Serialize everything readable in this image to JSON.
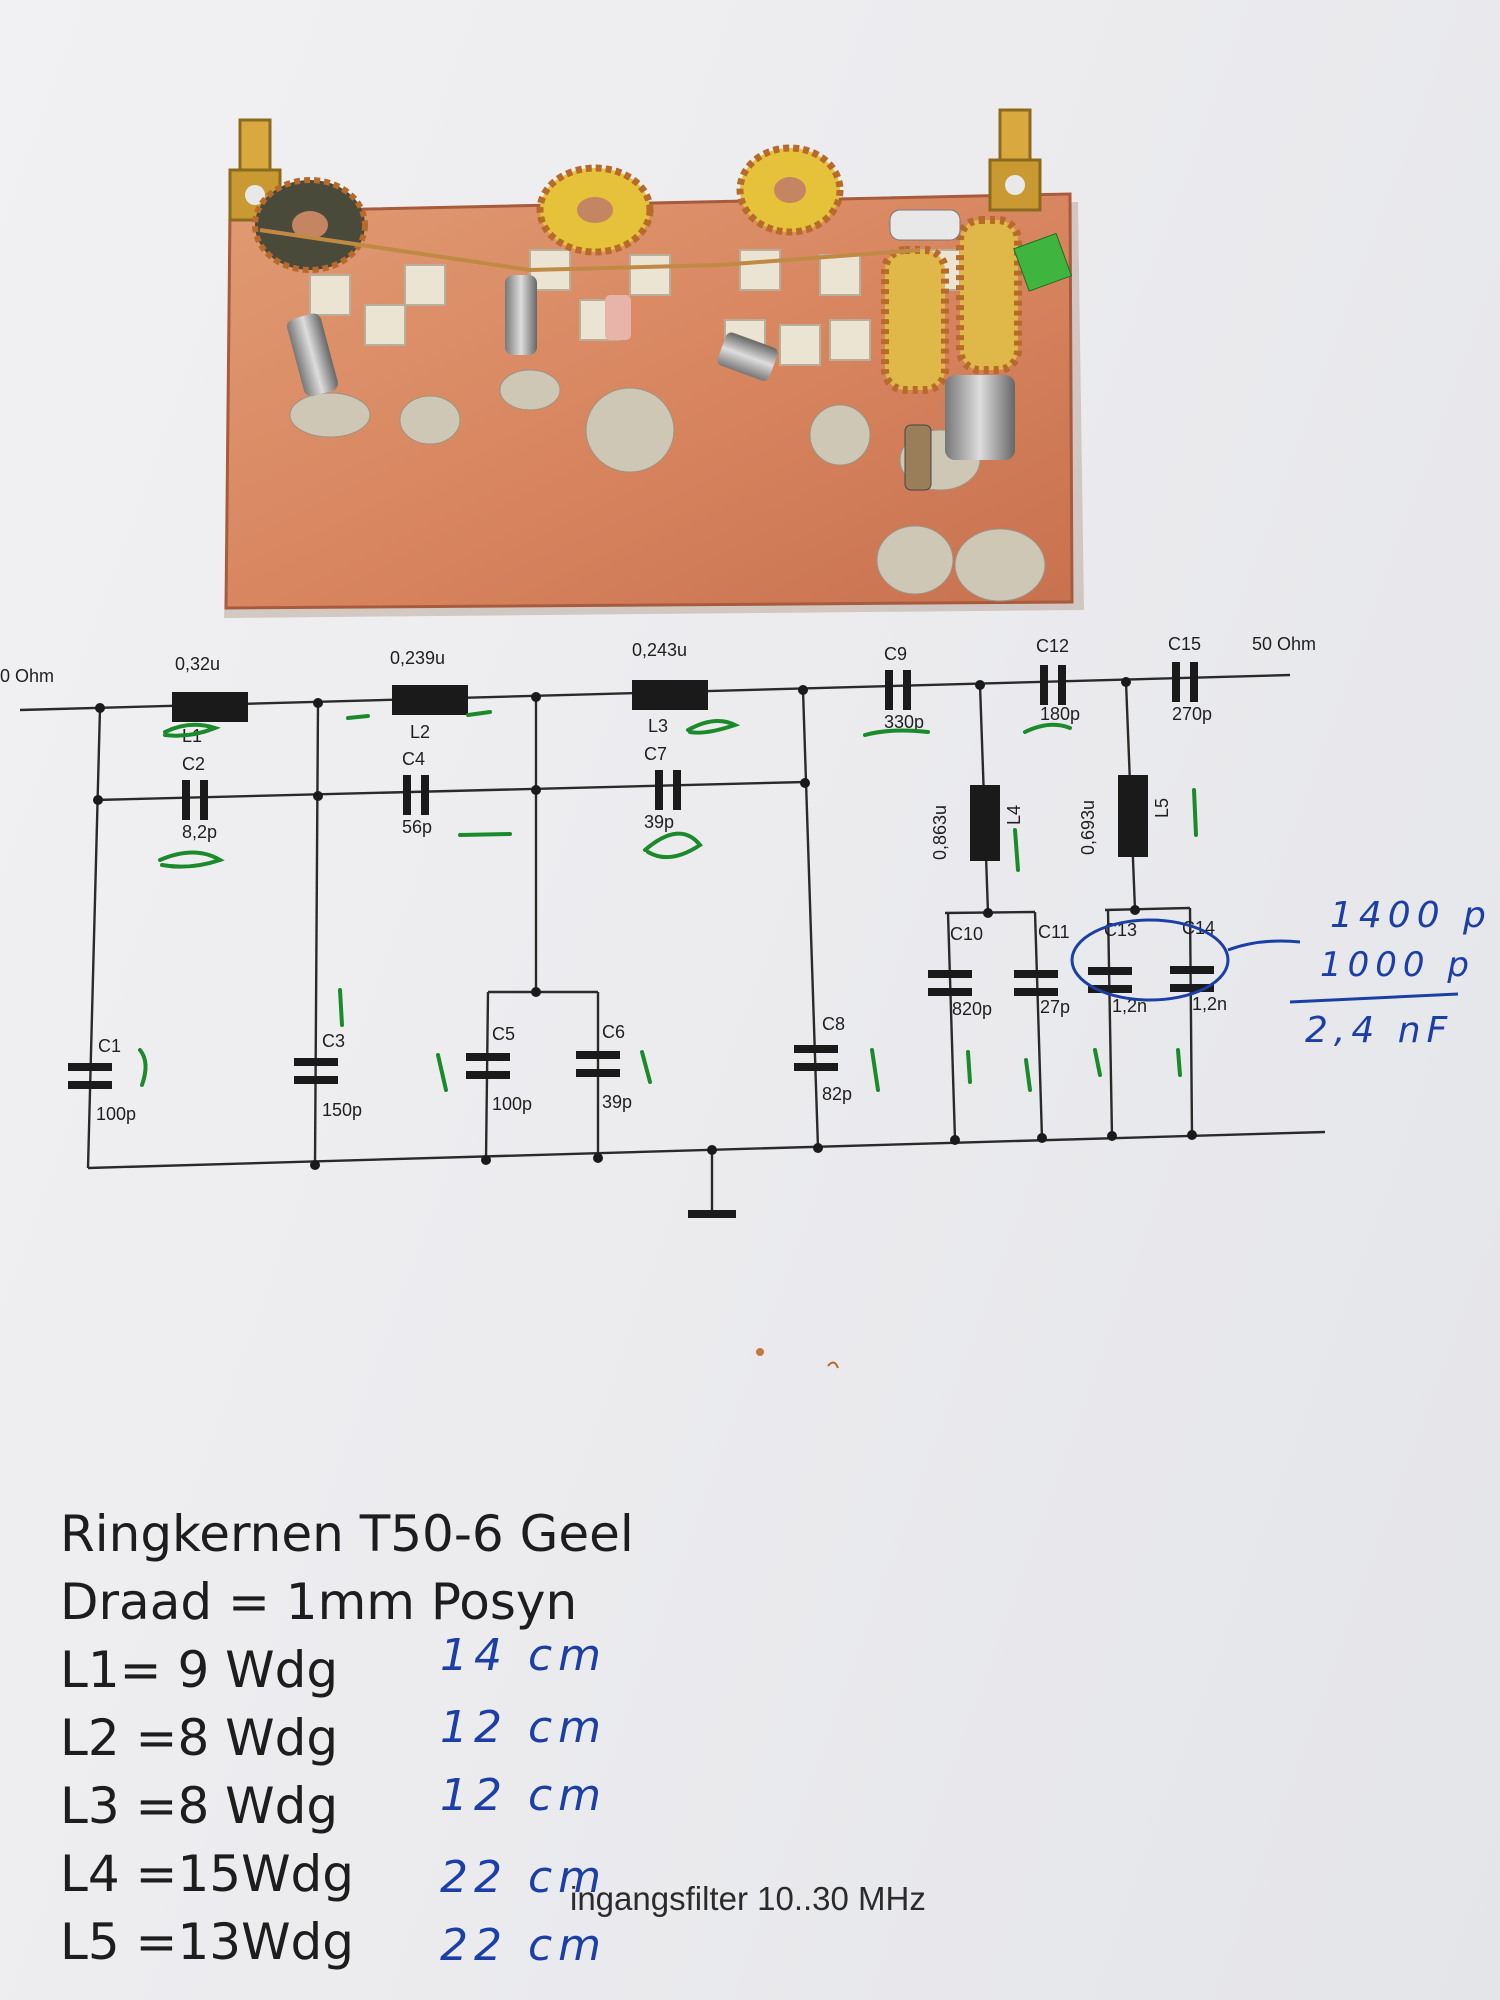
{
  "schematic": {
    "caption": "ingangsfilter 10..30 MHz",
    "ports": {
      "in": "0 Ohm",
      "out": "50 Ohm"
    },
    "inductors": [
      {
        "ref": "L1",
        "value": "0,32u"
      },
      {
        "ref": "L2",
        "value": "0,239u"
      },
      {
        "ref": "L3",
        "value": "0,243u"
      },
      {
        "ref": "L4",
        "value": "0,863u"
      },
      {
        "ref": "L5",
        "value": "0,693u"
      }
    ],
    "capacitors": [
      {
        "ref": "C1",
        "value": "100p"
      },
      {
        "ref": "C2",
        "value": "8,2p"
      },
      {
        "ref": "C3",
        "value": "150p"
      },
      {
        "ref": "C4",
        "value": "56p"
      },
      {
        "ref": "C5",
        "value": "100p"
      },
      {
        "ref": "C6",
        "value": "39p"
      },
      {
        "ref": "C7",
        "value": "39p"
      },
      {
        "ref": "C8",
        "value": "82p"
      },
      {
        "ref": "C9",
        "value": "330p"
      },
      {
        "ref": "C10",
        "value": "820p"
      },
      {
        "ref": "C11",
        "value": "27p"
      },
      {
        "ref": "C12",
        "value": "180p"
      },
      {
        "ref": "C13",
        "value": "1,2n"
      },
      {
        "ref": "C14",
        "value": "1,2n"
      },
      {
        "ref": "C15",
        "value": "270p"
      }
    ],
    "handwritten_sum": {
      "line1": "1400 p",
      "line2": "1000 p",
      "total": "2,4 nF"
    }
  },
  "notes": {
    "lines": [
      "Ringkernen T50-6 Geel",
      "Draad = 1mm Posyn",
      "L1= 9 Wdg",
      "L2 =8 Wdg",
      "L3 =8 Wdg",
      "L4 =15Wdg",
      "L5 =13Wdg"
    ],
    "lengths": [
      "14 cm",
      "12 cm",
      "12 cm",
      "22 cm",
      "22 cm"
    ]
  },
  "colors": {
    "ink_blue": "#1b3fa6",
    "marker_green": "#1b8a2a",
    "copper": "#d9865e"
  }
}
